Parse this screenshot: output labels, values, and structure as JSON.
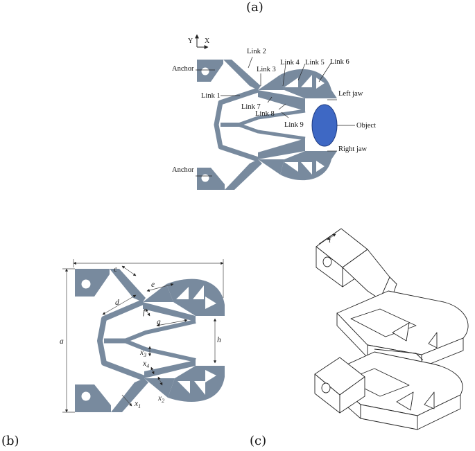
{
  "panels": {
    "a": "(a)",
    "b": "(b)",
    "c": "(c)"
  },
  "axes": {
    "y": "Y",
    "x": "X"
  },
  "colors": {
    "body": "#788a9e",
    "object": "#3e68c4",
    "line": "#222222"
  },
  "callouts": {
    "anchor_top": "Anchor",
    "anchor_bottom": "Anchor",
    "link1": "Link 1",
    "link2": "Link 2",
    "link3": "Link 3",
    "link4": "Link 4",
    "link5": "Link 5",
    "link6": "Link 6",
    "link7": "Link 7",
    "link8": "Link 8",
    "link9": "Link 9",
    "left_jaw": "Left jaw",
    "right_jaw": "Right jaw",
    "object": "Object"
  },
  "dimensions": {
    "a": "a",
    "c": "c",
    "d": "d",
    "e": "e",
    "f": "f",
    "g": "g",
    "h": "h",
    "x1": "x",
    "x1_sub": "1",
    "x2": "x",
    "x2_sub": "2",
    "x3": "x",
    "x3_sub": "3",
    "x4": "x",
    "x4_sub": "4",
    "i": "i"
  }
}
